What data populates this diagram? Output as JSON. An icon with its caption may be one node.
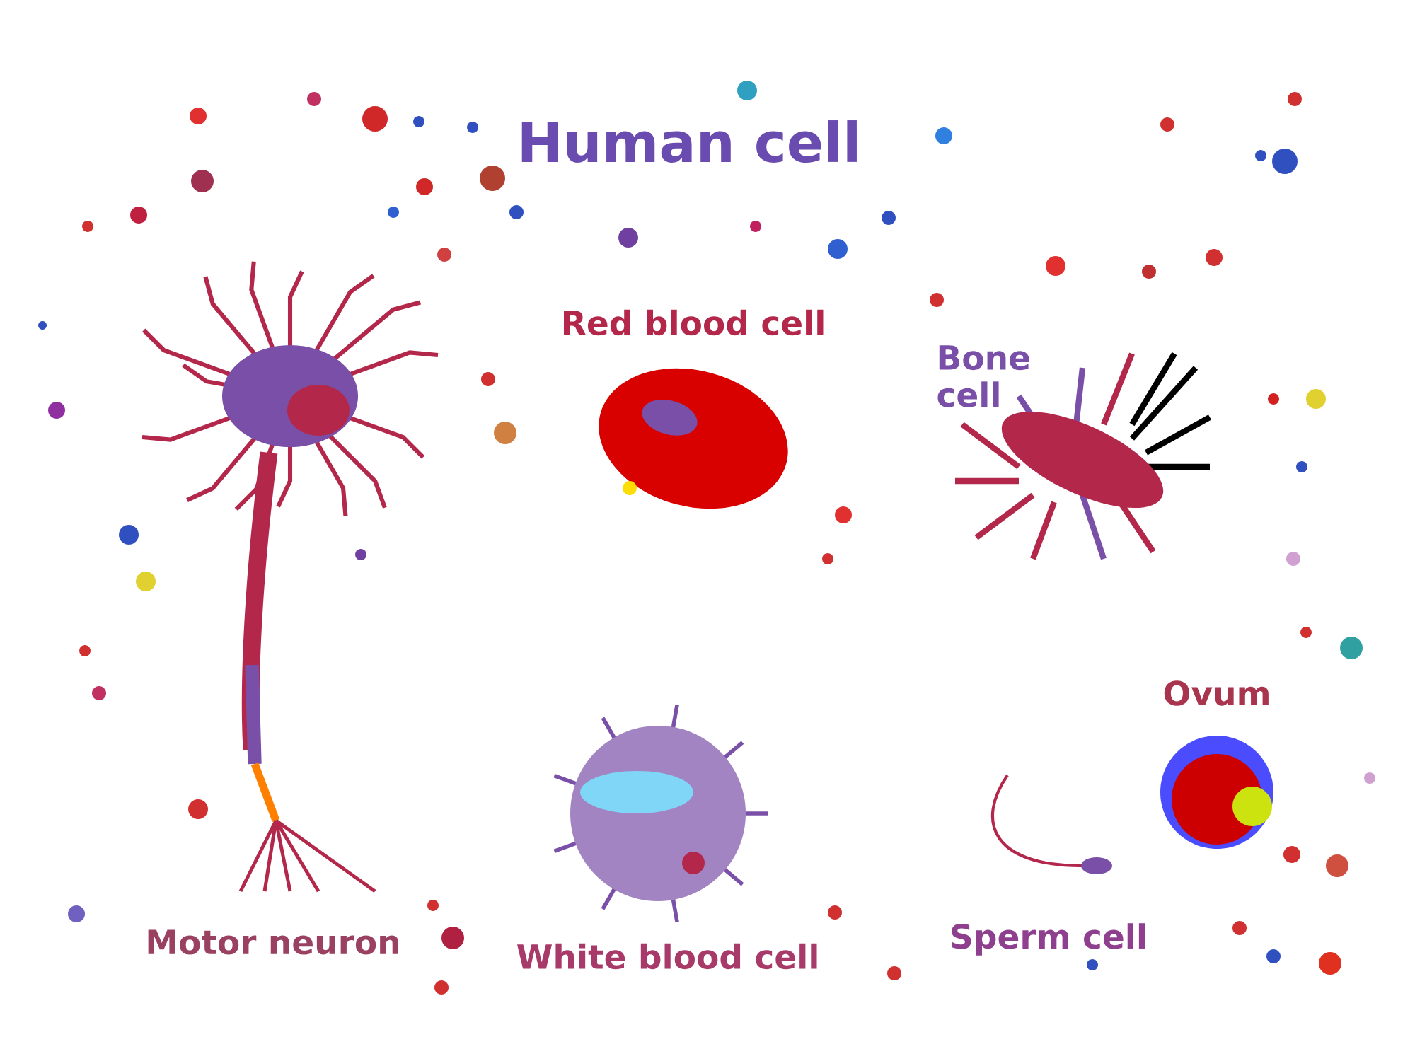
{
  "diagram": {
    "title": "Human cell",
    "labels": [
      "Red blood cell",
      "Bone cell",
      "Motor neuron",
      "White blood cell",
      "Sperm cell",
      "Ovum"
    ]
  }
}
